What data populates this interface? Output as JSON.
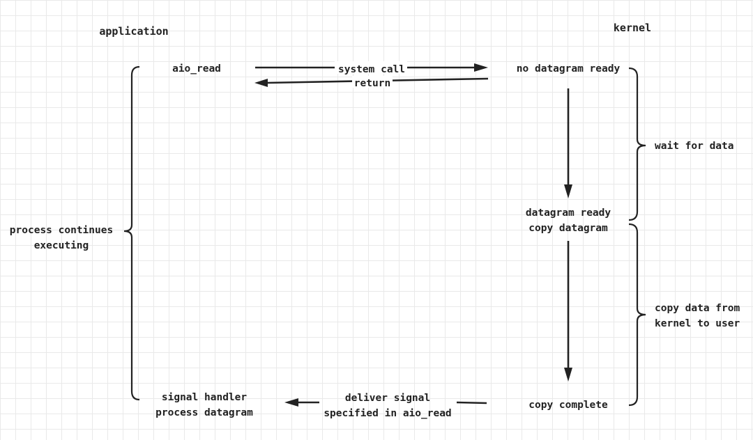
{
  "columns": {
    "application": "application",
    "kernel": "kernel"
  },
  "application": {
    "call": "aio_read",
    "handler_line1": "signal handler",
    "handler_line2": "process datagram",
    "side_line1": "process continues",
    "side_line2": "executing"
  },
  "kernel": {
    "not_ready": "no datagram ready",
    "ready_line1": "datagram ready",
    "ready_line2": "copy datagram",
    "complete": "copy complete",
    "wait_label": "wait for data",
    "copy_line1": "copy data from",
    "copy_line2": "kernel to user"
  },
  "arrows": {
    "system_call": "system call",
    "return": "return",
    "deliver_line1": "deliver signal",
    "deliver_line2": "specified in aio_read"
  }
}
